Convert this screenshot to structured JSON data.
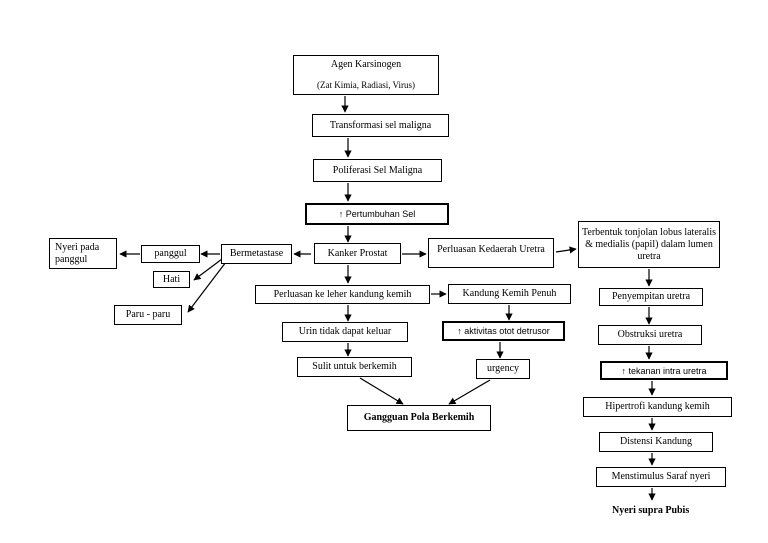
{
  "diagram": {
    "nodes": {
      "agen_karsinogen": {
        "title": "Agen Karsinogen",
        "subtitle": "(Zat Kimia, Radiasi, Virus)"
      },
      "transformasi": "Transformasi sel maligna",
      "poliferasi": "Poliferasi Sel Maligna",
      "pertumbuhan": "↑ Pertumbuhan Sel",
      "kanker_prostat": "Kanker Prostat",
      "bermetastase": "Bermetastase",
      "panggul": "panggul",
      "nyeri_panggul": "Nyeri pada panggul",
      "hati": "Hati",
      "paru": "Paru - paru",
      "perluasan_uretra": "Perluasan Kedaerah Uretra",
      "tonjolan_lobus": "Terbentuk tonjolan lobus lateralis & medialis (papil) dalam lumen uretra",
      "perluasan_leher": "Perluasan ke leher kandung kemih",
      "kandung_penuh": "Kandung Kemih Penuh",
      "urin_tidak_keluar": "Urin tidak dapat keluar",
      "aktivitas_detrusor": "↑ aktivitas otot detrusor",
      "sulit_berkemih": "Sulit untuk berkemih",
      "urgency": "urgency",
      "gangguan_pola": "Gangguan Pola Berkemih",
      "penyempitan": "Penyempitan uretra",
      "obstruksi": "Obstruksi uretra",
      "tekanan": "↑ tekanan intra uretra",
      "hipertrofi": "Hipertrofi kandung kemih",
      "distensi": "Distensi Kandung",
      "menstimulus": "Menstimulus Saraf nyeri",
      "nyeri_supra": "Nyeri supra Pubis"
    },
    "colors": {
      "line": "#000000",
      "background": "#ffffff"
    }
  }
}
